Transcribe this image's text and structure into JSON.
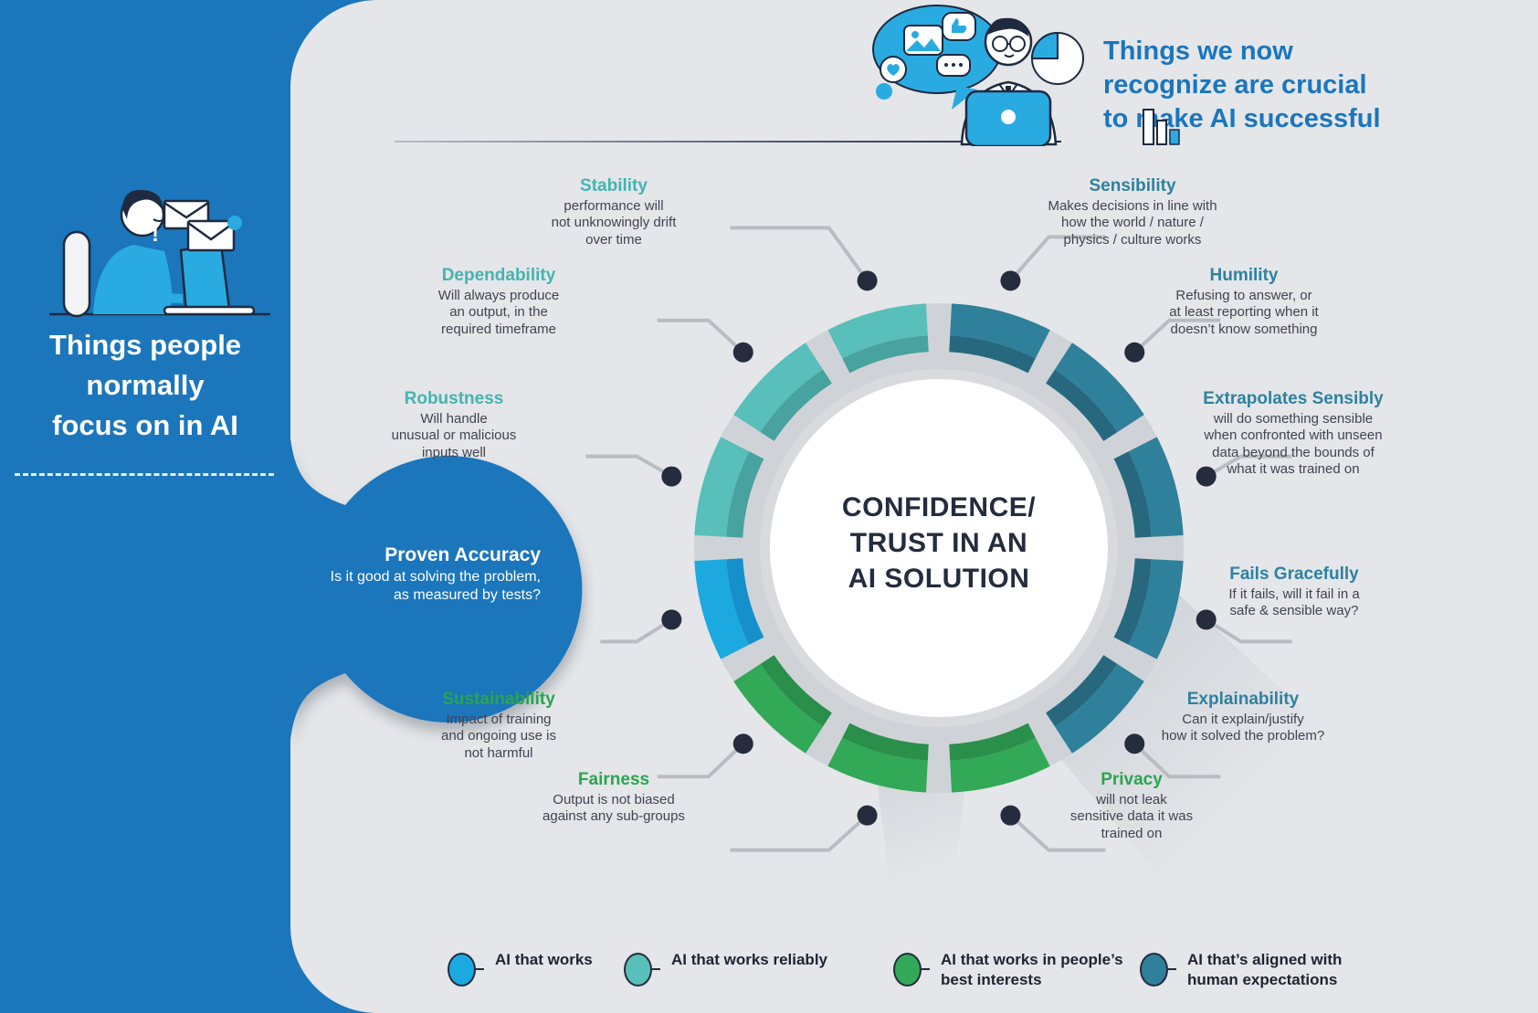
{
  "left_panel": {
    "title": "Things people\nnormally\nfocus on in AI"
  },
  "headline": "Things we now\nrecognize are crucial\nto make AI successful",
  "center": "CONFIDENCE/\nTRUST IN AN\nAI SOLUTION",
  "colors": {
    "panel_blue": "#1b76bc",
    "background": "#e4e6e9",
    "works": "#1ca9e0",
    "works_shade": "#1590cb",
    "reliable": "#58bfba",
    "reliable_shade": "#48a29f",
    "interests": "#32a956",
    "interests_shade": "#2a8f4b",
    "aligned": "#2f809b",
    "aligned_shade": "#27687f",
    "dot_navy": "#242c3e",
    "connector_gray": "#b9bdc2",
    "ring_gap_gray": "#cfd3d7",
    "ring_rim_gray": "#d8dadd"
  },
  "wheel": {
    "items": [
      {
        "id": "sensibility",
        "angle": 15,
        "group": "aligned",
        "title": "Sensibility",
        "desc": "Makes decisions in line with\nhow the world / nature /\nphysics / culture works"
      },
      {
        "id": "humility",
        "angle": 45,
        "group": "aligned",
        "title": "Humility",
        "desc": "Refusing to answer, or\nat least reporting when it\ndoesn’t know something"
      },
      {
        "id": "extrapolates",
        "angle": 75,
        "group": "aligned",
        "title": "Extrapolates Sensibly",
        "desc": "will do something sensible\nwhen confronted with unseen\ndata beyond the bounds of\nwhat it was trained on"
      },
      {
        "id": "fails",
        "angle": 105,
        "group": "aligned",
        "title": "Fails Gracefully",
        "desc": "If it fails, will it fail in a\nsafe & sensible way?"
      },
      {
        "id": "explainability",
        "angle": 135,
        "group": "aligned",
        "title": "Explainability",
        "desc": "Can it explain/justify\nhow it solved the problem?"
      },
      {
        "id": "privacy",
        "angle": 165,
        "group": "interests",
        "title": "Privacy",
        "desc": "will not leak\nsensitive data it was\ntrained on"
      },
      {
        "id": "fairness",
        "angle": 195,
        "group": "interests",
        "title": "Fairness",
        "desc": "Output is not biased\nagainst any sub-groups"
      },
      {
        "id": "sustainability",
        "angle": 225,
        "group": "interests",
        "title": "Sustainability",
        "desc": "Impact of training\nand ongoing use is\nnot harmful"
      },
      {
        "id": "proven",
        "angle": 255,
        "group": "works",
        "title": "Proven Accuracy",
        "desc": "Is it good at solving the problem,\nas measured by tests?"
      },
      {
        "id": "robustness",
        "angle": 285,
        "group": "reliable",
        "title": "Robustness",
        "desc": "Will handle\nunusual or malicious\ninputs well"
      },
      {
        "id": "dependability",
        "angle": 315,
        "group": "reliable",
        "title": "Dependability",
        "desc": "Will always produce\nan output, in the\nrequired timeframe"
      },
      {
        "id": "stability",
        "angle": 345,
        "group": "reliable",
        "title": "Stability",
        "desc": "performance will\nnot unknowingly drift\nover time"
      }
    ]
  },
  "legend": [
    {
      "group": "works",
      "label": "AI that works"
    },
    {
      "group": "reliable",
      "label": "AI that works reliably"
    },
    {
      "group": "interests",
      "label": "AI that works in people’s best interests"
    },
    {
      "group": "aligned",
      "label": "AI that’s aligned with human expectations"
    }
  ]
}
